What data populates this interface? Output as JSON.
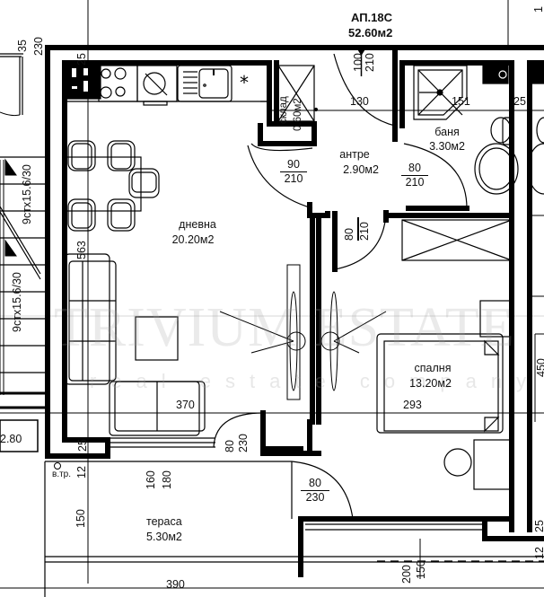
{
  "apartment": {
    "id": "АП.18С",
    "total_area": "52.60м2"
  },
  "rooms": [
    {
      "key": "living",
      "name": "дневна",
      "area": "20.20м2"
    },
    {
      "key": "entrance",
      "name": "антре",
      "area": "2.90м2"
    },
    {
      "key": "storage",
      "name": "склад",
      "area": "0.60м2"
    },
    {
      "key": "bathroom",
      "name": "баня",
      "area": "3.30м2"
    },
    {
      "key": "bedroom",
      "name": "спалня",
      "area": "13.20м2"
    },
    {
      "key": "terrace",
      "name": "тераса",
      "area": "5.30м2"
    }
  ],
  "doors": [
    {
      "key": "entry-door",
      "width": "100",
      "height": "210"
    },
    {
      "key": "living-door",
      "width": "90",
      "height": "210"
    },
    {
      "key": "bath-door",
      "width": "80",
      "height": "210"
    },
    {
      "key": "bedroom-door",
      "width": "80",
      "height": "210"
    },
    {
      "key": "terrace-door-living",
      "width": "80",
      "height": "230"
    },
    {
      "key": "terrace-door-bedroom",
      "width": "80",
      "height": "230"
    },
    {
      "key": "terrace-window",
      "width": "160",
      "height": "180"
    }
  ],
  "dimensions": {
    "top_left_35": "35",
    "top_left_230": "230",
    "wall_25_top_left": "25",
    "entrance_130": "130",
    "bath_151": "151",
    "right_25": "25",
    "living_563": "563",
    "living_370": "370",
    "bedroom_293": "293",
    "right_450": "450",
    "bottom_25": "25",
    "bottom_12": "12",
    "terrace_150": "150",
    "terrace_390": "390",
    "bottom_200": "200",
    "bottom_150": "150",
    "bottom_right_25": "25",
    "bottom_right_12": "12",
    "left_level": "2.80",
    "right_edge_1": "1"
  },
  "stairs": [
    {
      "label": "9стх15.6/30"
    },
    {
      "label": "9стх15.6/30"
    }
  ],
  "annotations": {
    "drain": "в.тр."
  },
  "watermark": {
    "brand": "TRIVIUM ESTATE",
    "tagline": "real estate company"
  },
  "colors": {
    "wall": "#000000",
    "line": "#000000",
    "background": "#ffffff",
    "watermark": "#a0a0a0"
  }
}
